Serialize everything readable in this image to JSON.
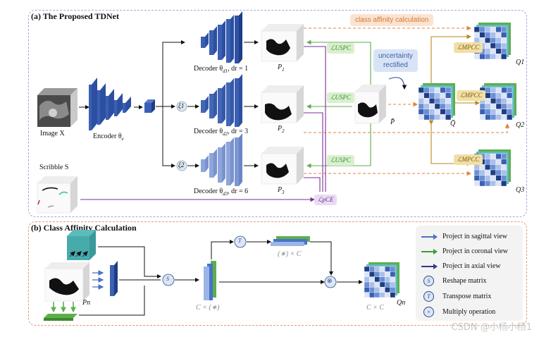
{
  "panel_a": {
    "title": "(a) The Proposed TDNet",
    "image_label": "Image X",
    "encoder_label": "Encoder θ",
    "encoder_sub": "e",
    "decoders": [
      {
        "label": "Decoder θ",
        "sub": "d1",
        "suffix": ", dr = 1",
        "pred": "P",
        "pred_sub": "1"
      },
      {
        "label": "Decoder θ",
        "sub": "d2",
        "suffix": ", dr = 3",
        "pred": "P",
        "pred_sub": "2"
      },
      {
        "label": "Decoder θ",
        "sub": "d3",
        "suffix": ", dr = 6",
        "pred": "P",
        "pred_sub": "3"
      }
    ],
    "xi": [
      "ξ1",
      "ξ2"
    ],
    "scribble_label": "Scribble S",
    "class_affinity_badge": "class affinity calculation",
    "uncertainty_badge": [
      "uncertainty",
      "rectified"
    ],
    "loss_uspc": "ℒUSPC",
    "loss_mpcc": "ℒMPCC",
    "loss_pce": "ℒpCE",
    "pbar": "P̄",
    "qbar": "Q̄",
    "q_labels": [
      "Q1",
      "Q2",
      "Q3"
    ]
  },
  "panel_b": {
    "title": "(b) Class Affinity Calculation",
    "pn_label": "Pn",
    "s_op": "S",
    "t_op": "T",
    "mul_op": "⊗",
    "c_star": "C × (∗)",
    "star_c": "(∗) × C",
    "c_c": "C × C",
    "qn_label": "Qn"
  },
  "legend": {
    "items": [
      {
        "kind": "arrow",
        "color": "#4a72c4",
        "label": "Project in sagittal view"
      },
      {
        "kind": "arrow",
        "color": "#3f9a3a",
        "label": "Project in coronal view"
      },
      {
        "kind": "arrow",
        "color": "#2f3a8a",
        "label": "Project in axial view"
      },
      {
        "kind": "circle",
        "symbol": "S",
        "label": "Reshape matrix"
      },
      {
        "kind": "circle",
        "symbol": "T",
        "label": "Transpose matrix"
      },
      {
        "kind": "circle",
        "symbol": "×",
        "label": "Multiply operation"
      }
    ]
  },
  "watermark": "CSDN @小杨小杨1",
  "colors": {
    "orange": "#e5813a",
    "green": "#5fae4e",
    "purple": "#7a2f99",
    "gold": "#b88a1a",
    "navy": "#2b4a9c"
  }
}
